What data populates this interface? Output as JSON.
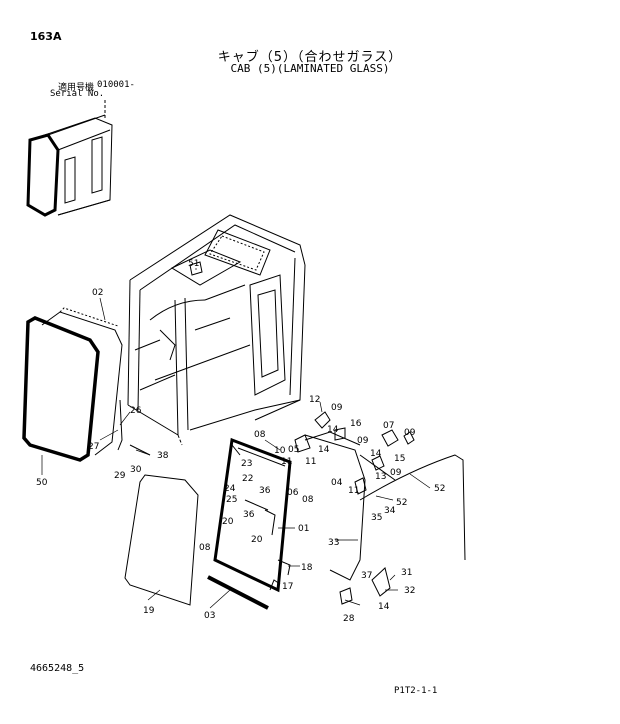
{
  "header": {
    "page_id": "163A",
    "title_jp": "キャブ（5）（合わせガラス）",
    "title_en": "CAB (5)(LAMINATED GLASS)",
    "serial_label_jp": "適用号機",
    "serial_value": "010001-",
    "serial_label_en": "Serial No."
  },
  "footer": {
    "doc_number": "4665248_5",
    "page_ref": "P1T2-1-1"
  },
  "part_labels": {
    "p51": "51",
    "p02": "02",
    "p26": "26",
    "p27": "27",
    "p50": "50",
    "p29": "29",
    "p30": "30",
    "p38": "38",
    "p19": "19",
    "p03": "03",
    "p08a": "08",
    "p08b": "08",
    "p08c": "08",
    "p10": "10",
    "p11a": "11",
    "p11b": "11",
    "p11c": "11",
    "p23": "23",
    "p22": "22",
    "p24": "24",
    "p25": "25",
    "p36a": "36",
    "p36b": "36",
    "p06": "06",
    "p05": "05",
    "p20a": "20",
    "p20b": "20",
    "p01": "01",
    "p18": "18",
    "p17": "17",
    "p12": "12",
    "p09a": "09",
    "p09b": "09",
    "p09c": "09",
    "p09d": "09",
    "p14a": "14",
    "p14b": "14",
    "p14c": "14",
    "p14d": "14",
    "p16": "16",
    "p07": "07",
    "p15": "15",
    "p13": "13",
    "p04": "04",
    "p52a": "52",
    "p52b": "52",
    "p35": "35",
    "p34": "34",
    "p33": "33",
    "p37": "37",
    "p31": "31",
    "p32": "32",
    "p28": "28"
  }
}
